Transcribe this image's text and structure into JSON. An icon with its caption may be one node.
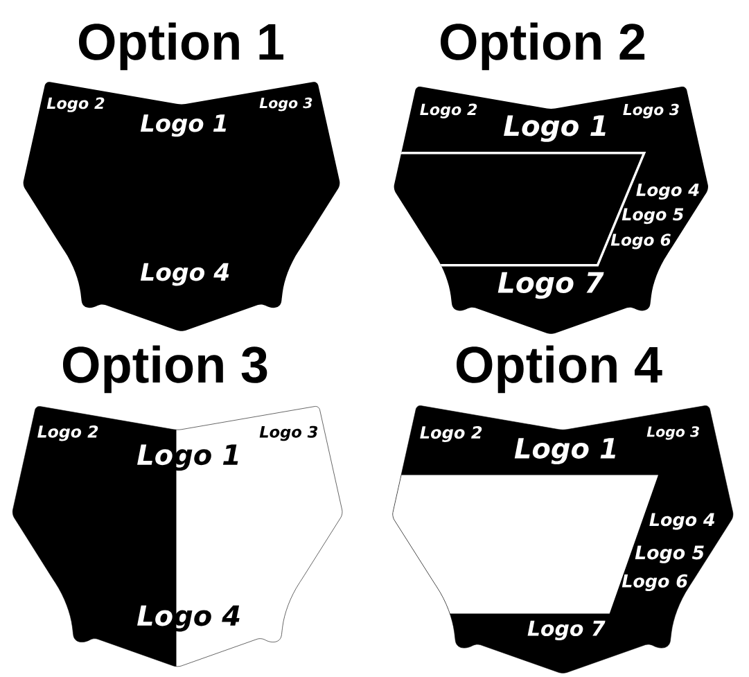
{
  "diagram": {
    "nodes": [
      {
        "text": [
          "Option 1",
          "Logo 2",
          "Logo 3",
          "Logo 1",
          "Logo 4"
        ]
      },
      {
        "text": [
          "Option 2",
          "Logo 2",
          "Logo 3",
          "Logo 1",
          "Logo 4",
          "Logo 5",
          "Logo 6",
          "Logo 7"
        ]
      },
      {
        "text": [
          "Option 3",
          "Logo 2",
          "Logo 3",
          "Logo 1",
          "Logo 4"
        ]
      },
      {
        "text": [
          "Option 4",
          "Logo 2",
          "Logo 3",
          "Logo 1",
          "Logo 4",
          "Logo 5",
          "Logo 6",
          "Logo 7"
        ]
      }
    ]
  }
}
